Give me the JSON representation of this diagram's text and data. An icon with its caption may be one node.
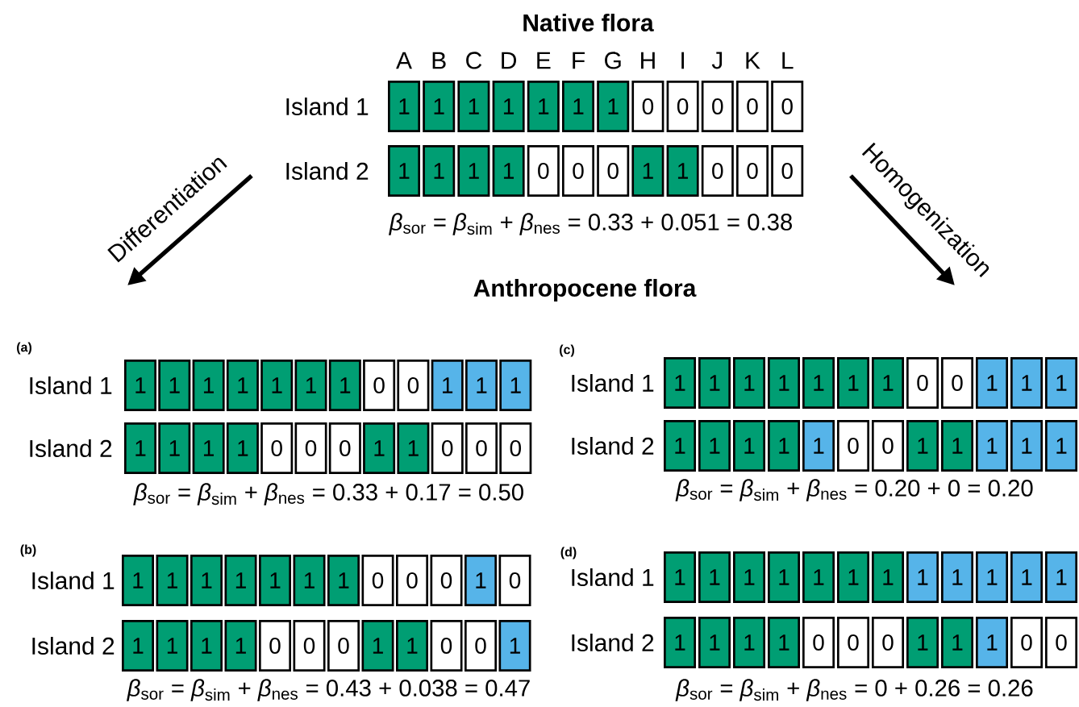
{
  "diagram": {
    "nodes": [
      {
        "text": [
          "1"
        ]
      },
      {
        "text": [
          "1"
        ]
      },
      {
        "text": [
          "1"
        ]
      },
      {
        "text": [
          "1"
        ]
      },
      {
        "text": [
          "1"
        ]
      },
      {
        "text": [
          "1"
        ]
      },
      {
        "text": [
          "1"
        ]
      },
      {
        "text": [
          "0"
        ]
      },
      {
        "text": [
          "0"
        ]
      },
      {
        "text": [
          "0"
        ]
      },
      {
        "text": [
          "0"
        ]
      },
      {
        "text": [
          "0"
        ]
      },
      {
        "text": [
          "1"
        ]
      },
      {
        "text": [
          "1"
        ]
      },
      {
        "text": [
          "1"
        ]
      },
      {
        "text": [
          "1"
        ]
      },
      {
        "text": [
          "0"
        ]
      },
      {
        "text": [
          "0"
        ]
      },
      {
        "text": [
          "0"
        ]
      },
      {
        "text": [
          "1"
        ]
      },
      {
        "text": [
          "1"
        ]
      },
      {
        "text": [
          "0"
        ]
      },
      {
        "text": [
          "0"
        ]
      },
      {
        "text": [
          "0"
        ]
      },
      {
        "text": [
          "1"
        ]
      },
      {
        "text": [
          "1"
        ]
      },
      {
        "text": [
          "1"
        ]
      },
      {
        "text": [
          "1"
        ]
      },
      {
        "text": [
          "1"
        ]
      },
      {
        "text": [
          "1"
        ]
      },
      {
        "text": [
          "1"
        ]
      },
      {
        "text": [
          "0"
        ]
      },
      {
        "text": [
          "0"
        ]
      },
      {
        "text": [
          "1"
        ]
      },
      {
        "text": [
          "1"
        ]
      },
      {
        "text": [
          "1"
        ]
      },
      {
        "text": [
          "1"
        ]
      },
      {
        "text": [
          "1"
        ]
      },
      {
        "text": [
          "1"
        ]
      },
      {
        "text": [
          "1"
        ]
      },
      {
        "text": [
          "0"
        ]
      },
      {
        "text": [
          "0"
        ]
      },
      {
        "text": [
          "0"
        ]
      },
      {
        "text": [
          "1"
        ]
      },
      {
        "text": [
          "1"
        ]
      },
      {
        "text": [
          "0"
        ]
      },
      {
        "text": [
          "0"
        ]
      },
      {
        "text": [
          "0"
        ]
      },
      {
        "text": [
          "1"
        ]
      },
      {
        "text": [
          "1"
        ]
      },
      {
        "text": [
          "1"
        ]
      },
      {
        "text": [
          "1"
        ]
      },
      {
        "text": [
          "1"
        ]
      },
      {
        "text": [
          "1"
        ]
      },
      {
        "text": [
          "1"
        ]
      },
      {
        "text": [
          "0"
        ]
      },
      {
        "text": [
          "0"
        ]
      },
      {
        "text": [
          "0"
        ]
      },
      {
        "text": [
          "1"
        ]
      },
      {
        "text": [
          "0"
        ]
      },
      {
        "text": [
          "1"
        ]
      },
      {
        "text": [
          "1"
        ]
      },
      {
        "text": [
          "1"
        ]
      },
      {
        "text": [
          "1"
        ]
      },
      {
        "text": [
          "0"
        ]
      },
      {
        "text": [
          "0"
        ]
      },
      {
        "text": [
          "0"
        ]
      },
      {
        "text": [
          "1"
        ]
      },
      {
        "text": [
          "1"
        ]
      },
      {
        "text": [
          "0"
        ]
      },
      {
        "text": [
          "0"
        ]
      },
      {
        "text": [
          "1"
        ]
      },
      {
        "text": [
          "1"
        ]
      },
      {
        "text": [
          "1"
        ]
      },
      {
        "text": [
          "1"
        ]
      },
      {
        "text": [
          "1"
        ]
      },
      {
        "text": [
          "1"
        ]
      },
      {
        "text": [
          "1"
        ]
      },
      {
        "text": [
          "1"
        ]
      },
      {
        "text": [
          "0"
        ]
      },
      {
        "text": [
          "0"
        ]
      },
      {
        "text": [
          "1"
        ]
      },
      {
        "text": [
          "1"
        ]
      },
      {
        "text": [
          "1"
        ]
      },
      {
        "text": [
          "1"
        ]
      },
      {
        "text": [
          "1"
        ]
      },
      {
        "text": [
          "1"
        ]
      },
      {
        "text": [
          "1"
        ]
      },
      {
        "text": [
          "1"
        ]
      },
      {
        "text": [
          "0"
        ]
      },
      {
        "text": [
          "0"
        ]
      },
      {
        "text": [
          "1"
        ]
      },
      {
        "text": [
          "1"
        ]
      },
      {
        "text": [
          "1"
        ]
      },
      {
        "text": [
          "1"
        ]
      },
      {
        "text": [
          "1"
        ]
      },
      {
        "text": [
          "1"
        ]
      },
      {
        "text": [
          "1"
        ]
      },
      {
        "text": [
          "1"
        ]
      },
      {
        "text": [
          "1"
        ]
      },
      {
        "text": [
          "1"
        ]
      },
      {
        "text": [
          "1"
        ]
      },
      {
        "text": [
          "1"
        ]
      },
      {
        "text": [
          "1"
        ]
      },
      {
        "text": [
          "1"
        ]
      },
      {
        "text": [
          "1"
        ]
      },
      {
        "text": [
          "1"
        ]
      },
      {
        "text": [
          "1"
        ]
      },
      {
        "text": [
          "1"
        ]
      },
      {
        "text": [
          "1"
        ]
      },
      {
        "text": [
          "1"
        ]
      },
      {
        "text": [
          "1"
        ]
      },
      {
        "text": [
          "0"
        ]
      },
      {
        "text": [
          "0"
        ]
      },
      {
        "text": [
          "0"
        ]
      },
      {
        "text": [
          "1"
        ]
      },
      {
        "text": [
          "1"
        ]
      },
      {
        "text": [
          "1"
        ]
      },
      {
        "text": [
          "0"
        ]
      },
      {
        "text": [
          "0"
        ]
      }
    ],
    "labels": [
      "Native flora",
      "A",
      "B",
      "C",
      "D",
      "E",
      "F",
      "G",
      "H",
      "I",
      "J",
      "K",
      "L",
      "Island 1",
      "Island 2",
      "*β*$_{sor}$ = *β*$_{sim}$ + *β*$_{nes}$ = 0.33 + 0.051 = 0.38",
      "Differentiation",
      "Homogenization",
      "Anthropocene flora",
      "(a)",
      "Island 1",
      "Island 2",
      "*β*$_{sor}$ = *β*$_{sim}$ + *β*$_{nes}$ = 0.33 + 0.17 = 0.50",
      "(c)",
      "Island 1",
      "Island 2",
      "*β*$_{sor}$ = *β*$_{sim}$ + *β*$_{nes}$ = 0.20 + 0 = 0.20",
      "(b)",
      "Island 1",
      "Island 2",
      "*β*$_{sor}$ = *β*$_{sim}$ + *β*$_{nes}$ = 0.43 + 0.038 = 0.47",
      "(d)",
      "Island 1",
      "Island 2",
      "*β*$_{sor}$ = *β*$_{sim}$ + *β*$_{nes}$ = 0 + 0.26 = 0.26"
    ]
  }
}
